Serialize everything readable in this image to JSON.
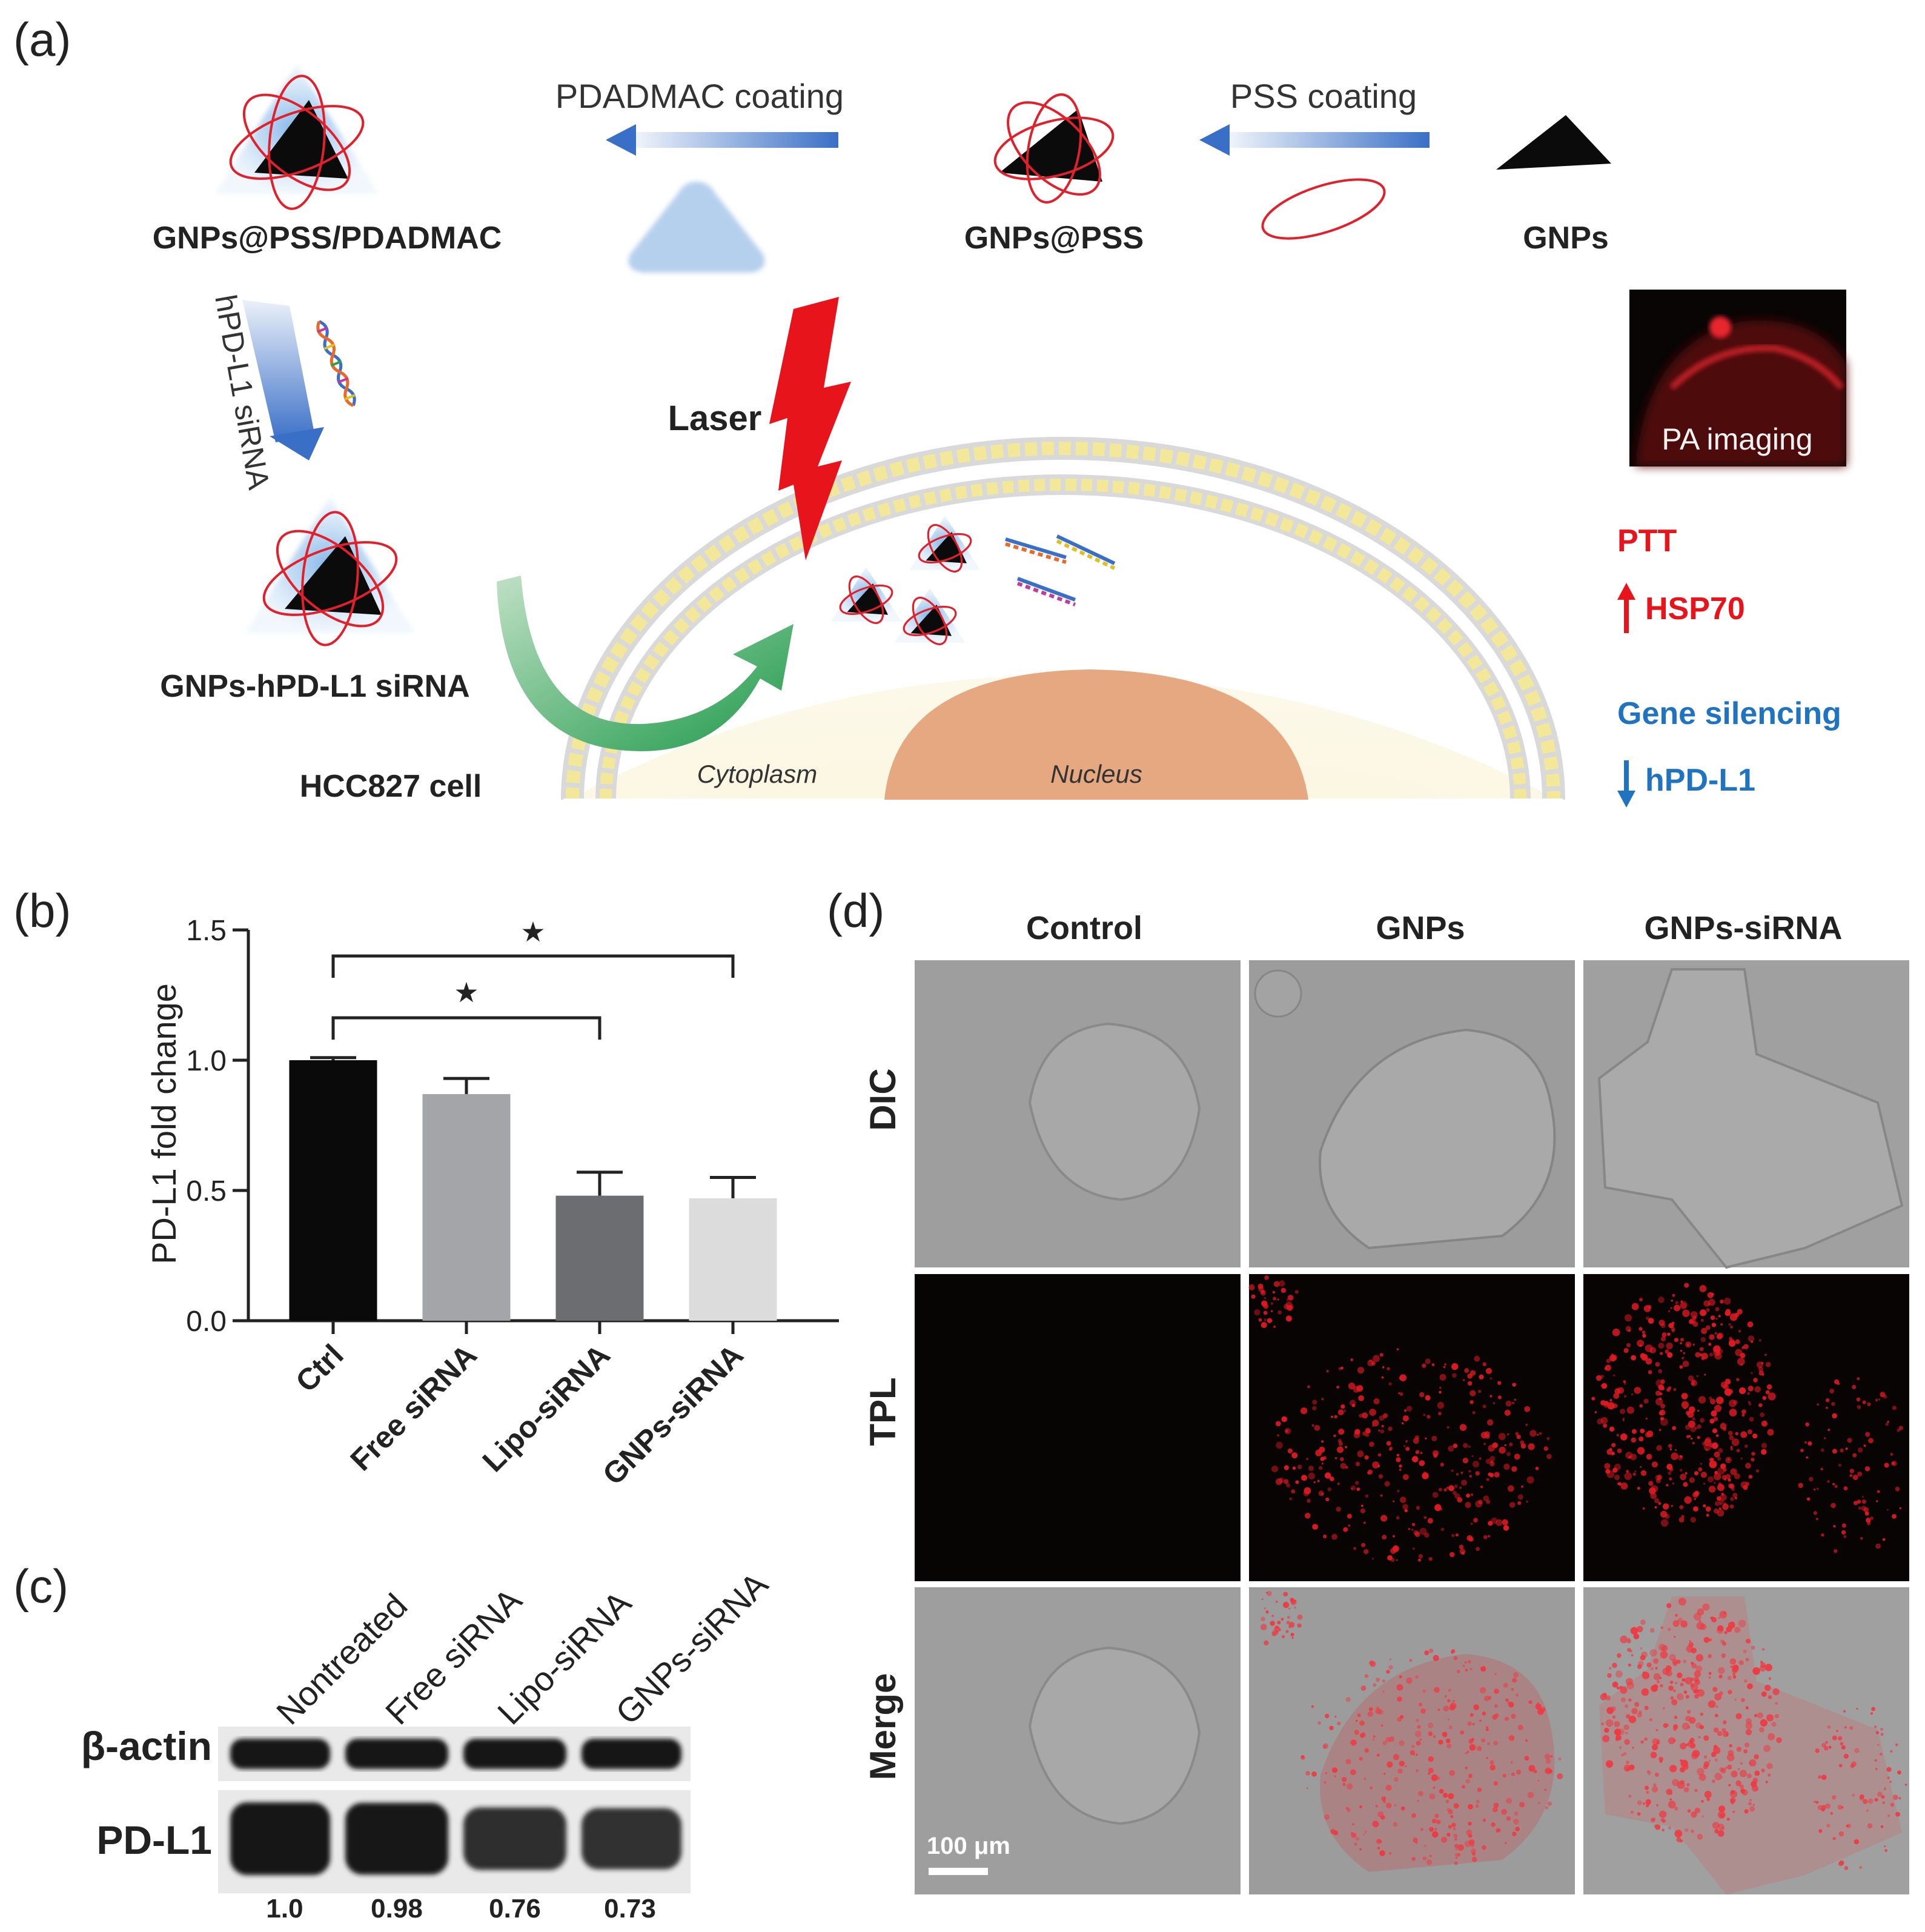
{
  "panel_labels": [
    "(a)",
    "(b)",
    "(c)",
    "(d)"
  ],
  "schematic": {
    "labels": {
      "gnps_pss_pdadmac": "GNPs@PSS/PDADMAC",
      "pdadmac_coating": "PDADMAC coating",
      "gnps_pss": "GNPs@PSS",
      "pss_coating": "PSS coating",
      "gnps": "GNPs",
      "hpdl1_sirna": "hPD-L1 siRNA",
      "laser": "Laser",
      "pa_imaging": "PA imaging",
      "gnps_hpdl1_sirna": "GNPs-hPD-L1 siRNA",
      "hcc827_cell": "HCC827 cell",
      "cytoplasm": "Cytoplasm",
      "nucleus": "Nucleus",
      "ptt": "PTT",
      "hsp70": "HSP70",
      "gene_silencing": "Gene silencing",
      "hpdl1": "hPD-L1"
    },
    "colors": {
      "red": "#e8141c",
      "blue": "#1f73c0",
      "membrane": "#f3e79a",
      "nucleus": "#e6a880"
    }
  },
  "chart_data": {
    "type": "bar",
    "categories": [
      "Ctrl",
      "Free siRNA",
      "Lipo-siRNA",
      "GNPs-siRNA"
    ],
    "values": [
      1.0,
      0.87,
      0.48,
      0.47
    ],
    "errors": [
      0.01,
      0.06,
      0.09,
      0.08
    ],
    "colors": [
      "#0a0a0a",
      "#a3a5a8",
      "#6b6d70",
      "#dcdcdc"
    ],
    "ylabel": "PD-L1 fold change",
    "ylim": [
      0,
      1.5
    ],
    "yticks": [
      0.0,
      0.5,
      1.0,
      1.5
    ],
    "ytick_labels": [
      "0.0",
      "0.5",
      "1.0",
      "1.5"
    ],
    "significance": [
      {
        "from": 0,
        "to": 3,
        "symbol": "★"
      },
      {
        "from": 0,
        "to": 2,
        "symbol": "★"
      }
    ]
  },
  "western_blot": {
    "lanes": [
      "Nontreated",
      "Free siRNA",
      "Lipo-siRNA",
      "GNPs-siRNA"
    ],
    "rows": [
      "β-actin",
      "PD-L1"
    ],
    "quantification": [
      "1.0",
      "0.98",
      "0.76",
      "0.73"
    ],
    "pdl1_band_level": [
      1.0,
      0.98,
      0.76,
      0.73
    ]
  },
  "microscopy": {
    "columns": [
      "Control",
      "GNPs",
      "GNPs-siRNA"
    ],
    "rows": [
      "DIC",
      "TPL",
      "Merge"
    ],
    "scale_bar": "100 μm"
  }
}
